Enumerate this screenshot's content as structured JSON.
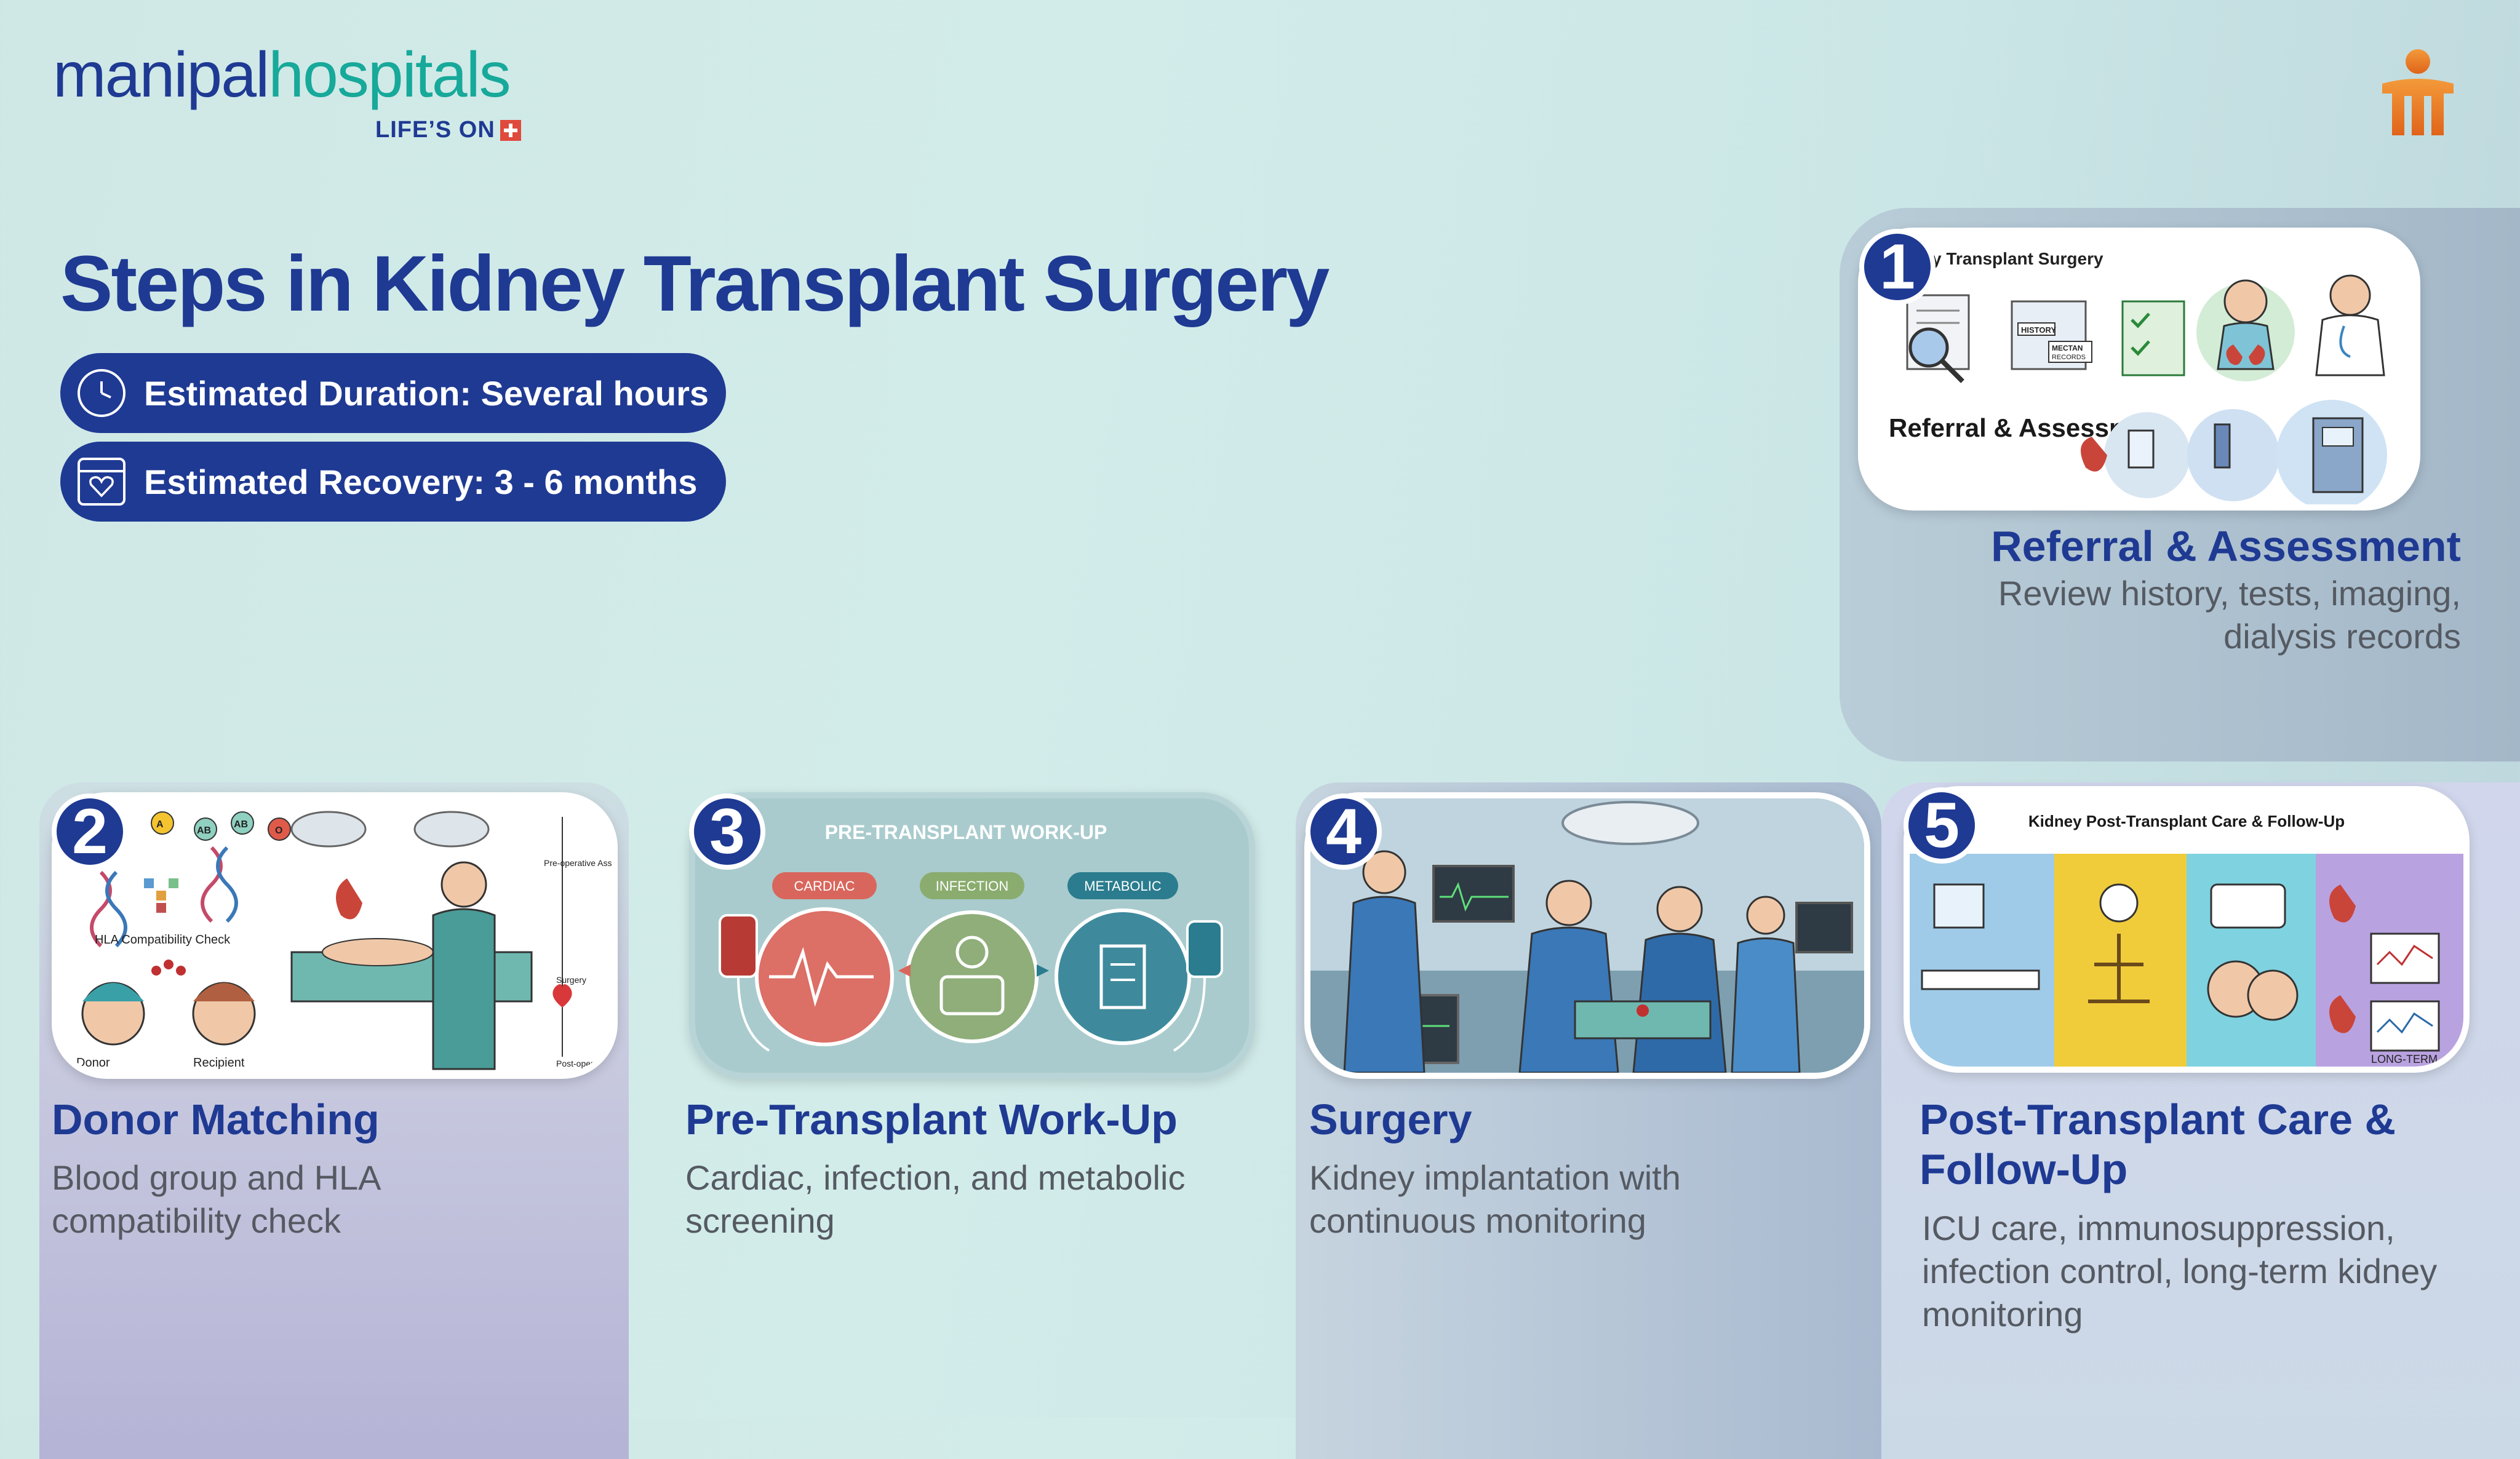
{
  "logo": {
    "part1": "manipal",
    "part2": "hospitals",
    "tagline": "LIFE’S ON"
  },
  "title": "Steps in Kidney Transplant Surgery",
  "duration": "Estimated Duration: Several hours",
  "recovery": "Estimated Recovery: 3 - 6 months",
  "colors": {
    "primary": "#1f3a93",
    "teal": "#17a99a",
    "accent_red": "#e04a3c",
    "brand_orange": "#e8711f"
  },
  "steps": [
    {
      "number": "1",
      "title": "Referral & Assessment",
      "description": "Review history, tests, imaging, dialysis records",
      "image": {
        "heading": "y Transplant Surgery",
        "caption": "Referral & Assessment",
        "labels": [
          "HISTORY",
          "MECTAN",
          "RECORDS"
        ]
      }
    },
    {
      "number": "2",
      "title": "Donor Matching",
      "description": "Blood group and HLA compatibility check",
      "image": {
        "check_label": "HLA Compatibility Check",
        "donor": "Donor",
        "recipient": "Recipient",
        "blood_types": [
          "A",
          "AB",
          "AB",
          "O"
        ],
        "flow": [
          "Pre-operative Assessments",
          "Surgery",
          "Post-operat"
        ]
      }
    },
    {
      "number": "3",
      "title": "Pre-Transplant Work-Up",
      "description": "Cardiac, infection, and metabolic screening",
      "image": {
        "heading": "PRE-TRANSPLANT WORK-UP",
        "labels": [
          "CARDIAC",
          "INFECTION",
          "METABOLIC"
        ]
      }
    },
    {
      "number": "4",
      "title": "Surgery",
      "description": "Kidney implantation with continuous monitoring"
    },
    {
      "number": "5",
      "title": "Post-Transplant Care & Follow-Up",
      "description": "ICU care, immunosuppression, infection control, long-term kidney monitoring",
      "image": {
        "heading": "Kidney Post-Transplant Care & Follow-Up",
        "footer": "LONG-TERM"
      }
    }
  ]
}
